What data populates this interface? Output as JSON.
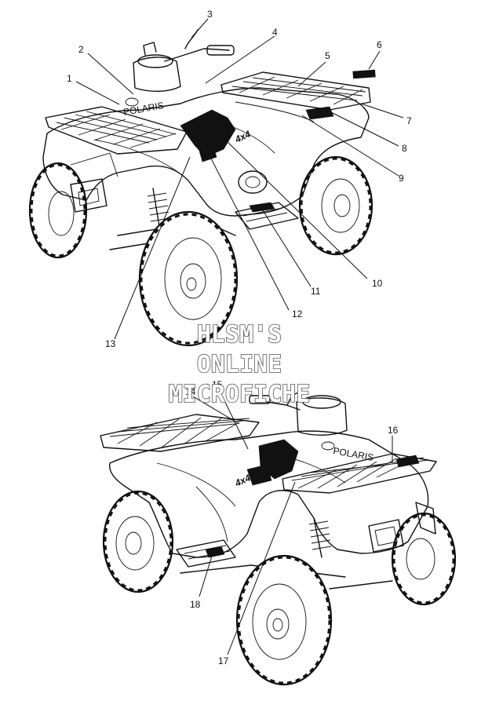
{
  "watermark": {
    "line1": "HLSM'S",
    "line2": "ONLINE",
    "line3": "MICROFICHE"
  },
  "callouts": [
    {
      "id": "1",
      "text": "1"
    },
    {
      "id": "2",
      "text": "2"
    },
    {
      "id": "3",
      "text": "3"
    },
    {
      "id": "4",
      "text": "4"
    },
    {
      "id": "5",
      "text": "5"
    },
    {
      "id": "6",
      "text": "6"
    },
    {
      "id": "7",
      "text": "7"
    },
    {
      "id": "8",
      "text": "8"
    },
    {
      "id": "9",
      "text": "9"
    },
    {
      "id": "10",
      "text": "10"
    },
    {
      "id": "11",
      "text": "11"
    },
    {
      "id": "12",
      "text": "12"
    },
    {
      "id": "13",
      "text": "13"
    },
    {
      "id": "14",
      "text": "14"
    },
    {
      "id": "15",
      "text": "15"
    },
    {
      "id": "16",
      "text": "16"
    },
    {
      "id": "17",
      "text": "17"
    },
    {
      "id": "18",
      "text": "18"
    }
  ],
  "decals": {
    "model_text": "4x4",
    "brand_text": "POLARIS"
  },
  "colors": {
    "line": "#111111",
    "background": "#ffffff",
    "watermark_outline": "#555555"
  }
}
